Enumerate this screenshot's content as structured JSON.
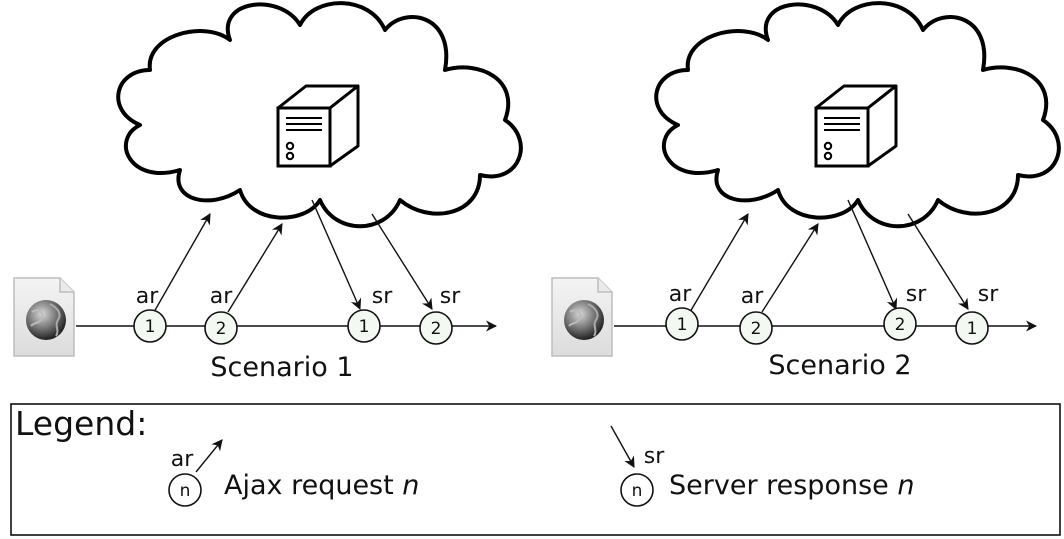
{
  "scenarios": [
    {
      "title": "Scenario 1",
      "requests": [
        {
          "label": "ar",
          "n": "1"
        },
        {
          "label": "ar",
          "n": "2"
        }
      ],
      "responses": [
        {
          "label": "sr",
          "n": "1"
        },
        {
          "label": "sr",
          "n": "2"
        }
      ]
    },
    {
      "title": "Scenario 2",
      "requests": [
        {
          "label": "ar",
          "n": "1"
        },
        {
          "label": "ar",
          "n": "2"
        }
      ],
      "responses": [
        {
          "label": "sr",
          "n": "2"
        },
        {
          "label": "sr",
          "n": "1"
        }
      ]
    }
  ],
  "legend": {
    "title": "Legend:",
    "request": {
      "label": "ar",
      "n": "n",
      "text": "Ajax request ",
      "var": "n"
    },
    "response": {
      "label": "sr",
      "n": "n",
      "text": "Server response ",
      "var": "n"
    }
  },
  "icons": {
    "browser": "browser-page-globe-icon",
    "server": "server-tower-icon",
    "cloud": "network-cloud-icon"
  }
}
